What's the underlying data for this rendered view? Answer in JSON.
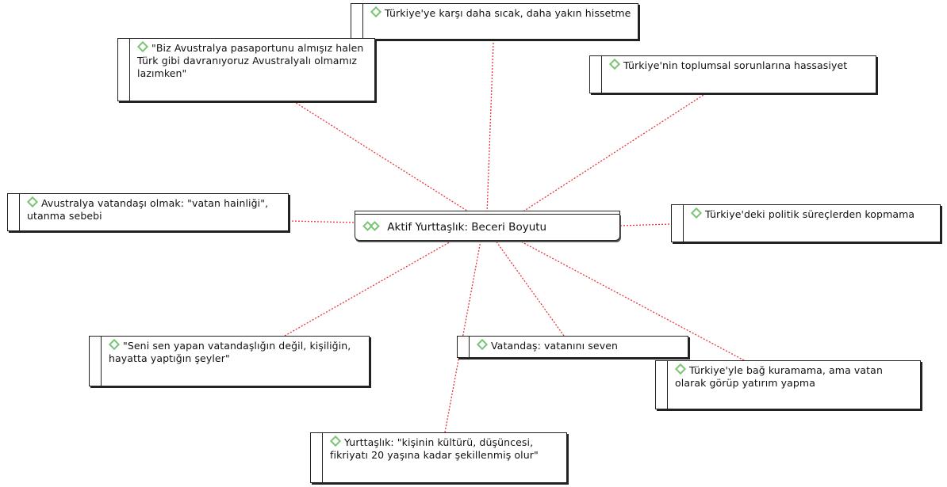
{
  "center": {
    "label": "Aktif Yurttaşlık: Beceri Boyutu"
  },
  "nodes": {
    "turkiye_sicak": "Türkiye'ye karşı daha sıcak, daha yakın hissetme",
    "avustralya_pasaport": "\"Biz Avustralya pasaportunu almışız halen Türk gibi davranıyoruz Avustralyalı olmamız lazımken\"",
    "toplumsal_sorunlar": "Türkiye'nin toplumsal sorunlarına hassasiyet",
    "vatan_hainligi": "Avustralya vatandaşı olmak: \"vatan hainliği\", utanma sebebi",
    "politik_surecler": "Türkiye'deki politik süreçlerden kopmama",
    "seni_sen_yapan": "\"Seni sen yapan vatandaşlığın değil, kişiliğin, hayatta yaptığın şeyler\"",
    "vatanini_seven": "Vatandaş: vatanını seven",
    "bag_kuramama": "Türkiye'yle bağ kuramama, ama vatan olarak görüp yatırım yapma",
    "kisinin_kulturu": "Yurttaşlık: \"kişinin kültürü, düşüncesi, fikriyatı 20 yaşına kadar şekillenmiş olur\""
  },
  "style": {
    "link_color": "#e8333a",
    "icon_color": "#7cc576"
  }
}
